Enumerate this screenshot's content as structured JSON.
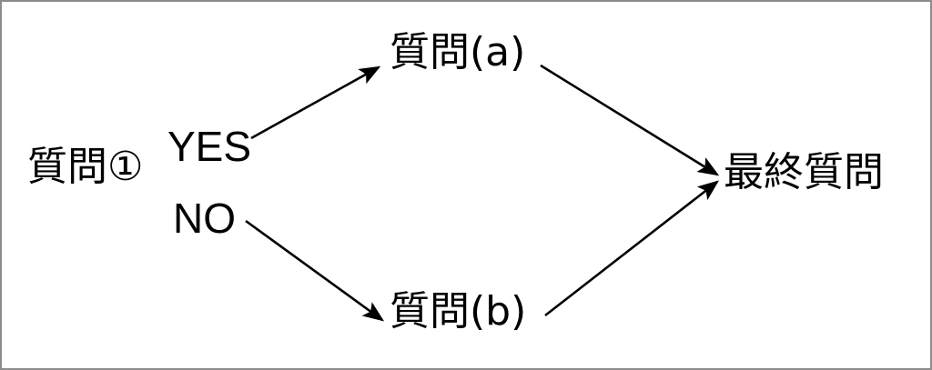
{
  "diagram": {
    "type": "flowchart",
    "title": "",
    "background_color": "#ffffff",
    "border_color": "#8c8c8c",
    "line_color": "#000000",
    "text_color": "#000000",
    "nodes": [
      {
        "id": "q1",
        "label": "質問①",
        "role": "start-question"
      },
      {
        "id": "qa",
        "label": "質問(a)",
        "role": "branch-question"
      },
      {
        "id": "qb",
        "label": "質問(b)",
        "role": "branch-question"
      },
      {
        "id": "final",
        "label": "最終質問",
        "role": "end-question"
      }
    ],
    "branch_labels": [
      {
        "id": "yes",
        "label": "YES"
      },
      {
        "id": "no",
        "label": "NO"
      }
    ],
    "edges": [
      {
        "id": "yes-to-qa",
        "from": "q1",
        "to": "qa",
        "label": "YES",
        "arrowhead": "filled-triangle"
      },
      {
        "id": "no-to-qb",
        "from": "q1",
        "to": "qb",
        "label": "NO",
        "arrowhead": "filled-triangle"
      },
      {
        "id": "qa-to-final",
        "from": "qa",
        "to": "final",
        "label": "",
        "arrowhead": "filled-triangle"
      },
      {
        "id": "qb-to-final",
        "from": "qb",
        "to": "final",
        "label": "",
        "arrowhead": "filled-triangle"
      }
    ]
  }
}
